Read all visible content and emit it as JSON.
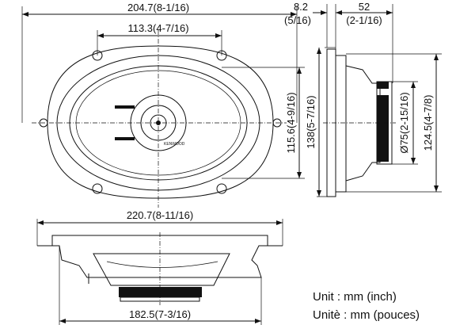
{
  "front_view": {
    "overall_width": "204.7(8-1/16)",
    "hole_spacing_width": "113.3(4-7/16)",
    "hole_spacing_height": "115.6(4-9/16)",
    "brand_logo": "KENWOOD"
  },
  "side_view": {
    "flange_depth_mm": "8.2",
    "flange_depth_in": "(5/16)",
    "mount_depth_mm": "52",
    "mount_depth_in": "(2-1/16)",
    "overall_height": "138(5-7/16)",
    "magnet_diameter": "Ø75(2-15/16)",
    "cutout_height": "124.5(4-7/8)"
  },
  "bottom_view": {
    "overall_width": "220.7(8-11/16)",
    "cutout_width": "182.5(7-3/16)"
  },
  "units": {
    "english": "Unit : mm (inch)",
    "french": "Unitè : mm (pouces)"
  }
}
